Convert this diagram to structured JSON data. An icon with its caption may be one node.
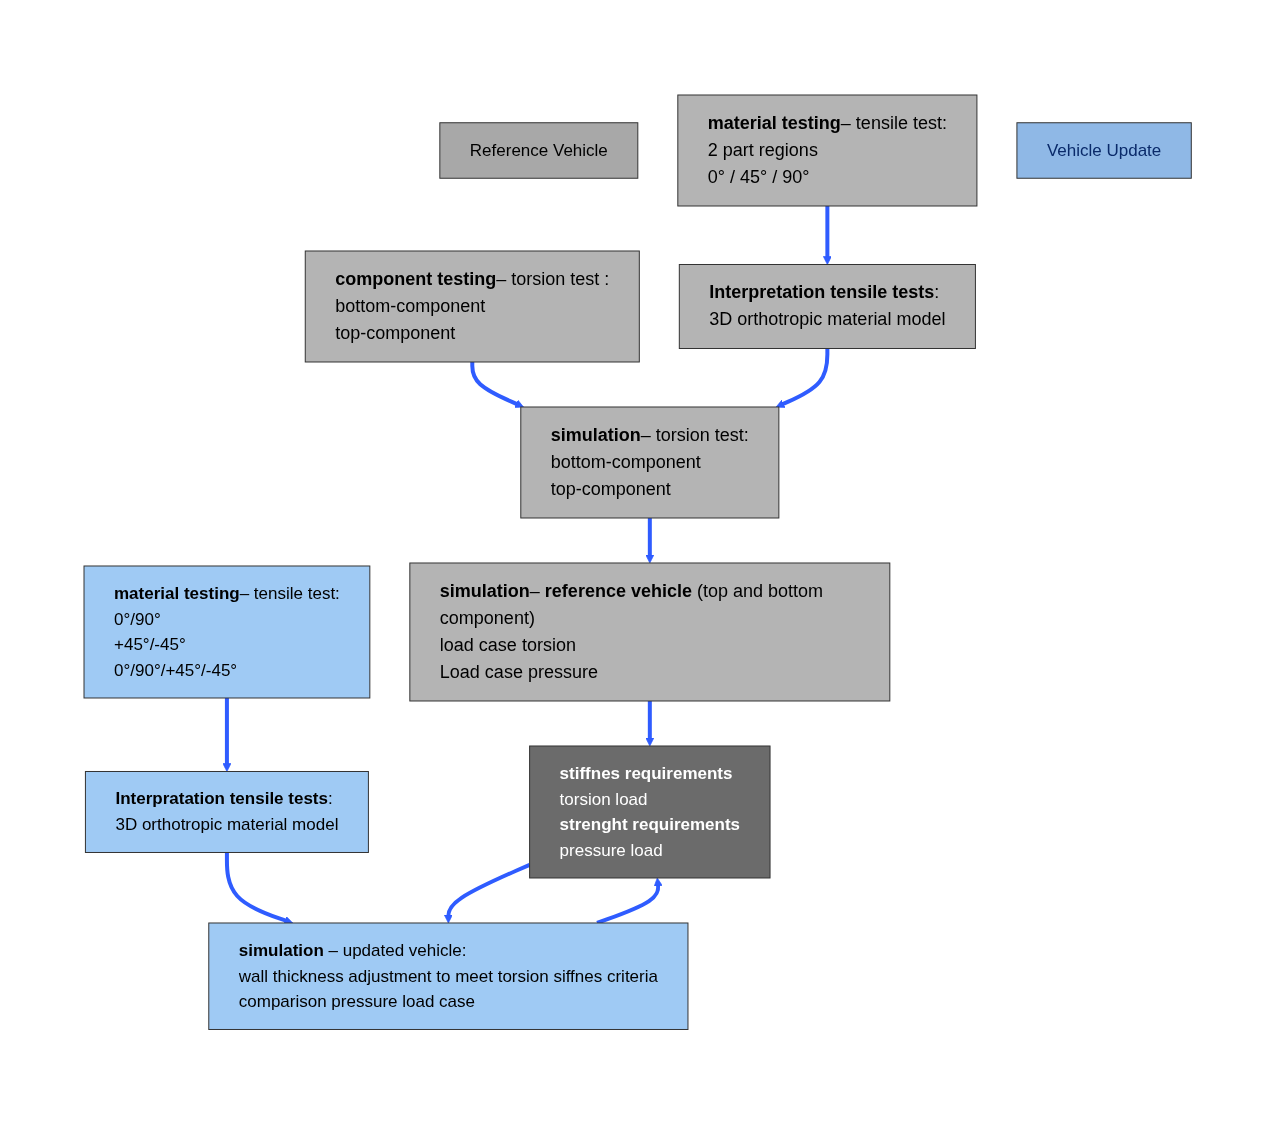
{
  "diagram": {
    "nodes": [
      {
        "text": [
          "Reference Vehicle"
        ]
      },
      {
        "text": [
          "**component testing**– torsion test :",
          "bottom-component",
          "top-component"
        ]
      },
      {
        "text": [
          "**material testing**– tensile test:",
          "2 part regions",
          "0° / 45° / 90°"
        ]
      },
      {
        "text": [
          "**simulation**– torsion test:",
          "bottom-component",
          "top-component"
        ]
      },
      {
        "text": [
          "**Interpretation tensile tests**:",
          "3D orthotropic material model"
        ]
      },
      {
        "text": [
          "**simulation**– **reference vehicle** (top and bottom component)",
          "load case torsion",
          "Load case pressure"
        ]
      },
      {
        "text": [
          "Vehicle Update"
        ]
      },
      {
        "text": [
          "**material testing**– tensile test:",
          "0°/90°",
          "+45°/-45°",
          "0°/90°/+45°/-45°"
        ]
      },
      {
        "text": [
          "**Interpratation tensile tests**:",
          "3D orthotropic material model"
        ]
      },
      {
        "text": [
          "**simulation** – updated vehicle:",
          "wall thickness adjustment to meet torsion siffnes criteria",
          "comparison pressure load case"
        ]
      },
      {
        "text": [
          "**stiffnes requirements**",
          "torsion load",
          "**strenght requirements**",
          "pressure load"
        ]
      }
    ],
    "edges": [
      {
        "from": 1,
        "to": 3,
        "arrow": "to"
      },
      {
        "from": 2,
        "to": 4,
        "arrow": "to"
      },
      {
        "from": 4,
        "to": 3,
        "arrow": "to"
      },
      {
        "from": 3,
        "to": 5,
        "arrow": "to"
      },
      {
        "from": 5,
        "to": 10,
        "arrow": "to"
      },
      {
        "from": 7,
        "to": 8,
        "arrow": "to"
      },
      {
        "from": 8,
        "to": 9,
        "arrow": "to"
      },
      {
        "from": 10,
        "to": 9,
        "arrow": "to"
      },
      {
        "from": 9,
        "to": 10,
        "arrow": "to"
      }
    ]
  }
}
